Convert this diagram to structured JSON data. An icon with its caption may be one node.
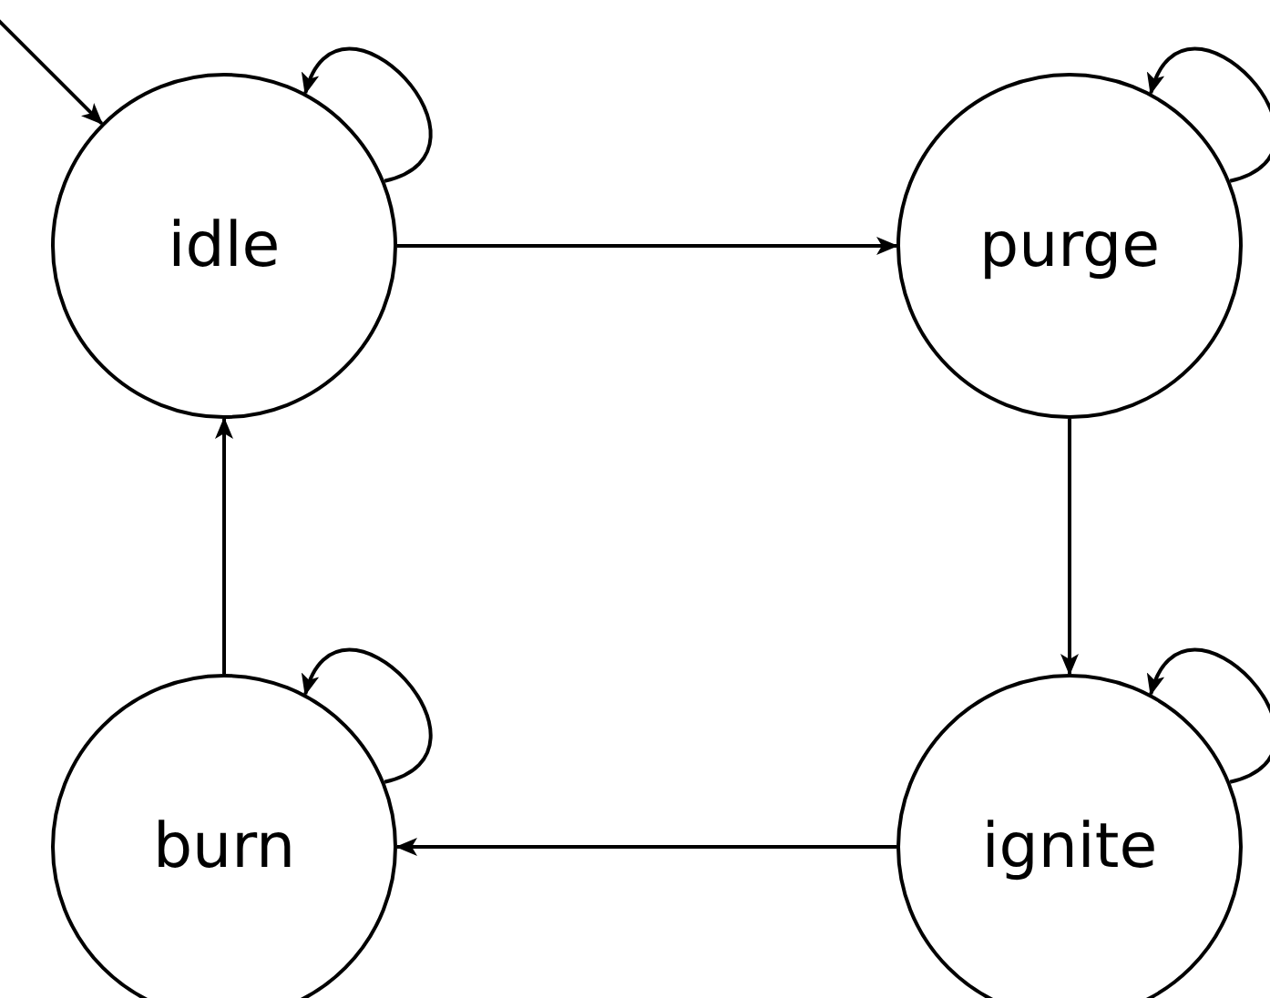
{
  "diagram": {
    "nodes": [
      {
        "text": [
          "idle"
        ]
      },
      {
        "text": [
          "purge"
        ]
      },
      {
        "text": [
          "burn"
        ]
      },
      {
        "text": [
          "ignite"
        ]
      }
    ],
    "edges": [
      {
        "from": null,
        "to": 0,
        "arrow": "to"
      },
      {
        "from": 0,
        "to": 0,
        "arrow": "to"
      },
      {
        "from": 1,
        "to": 1,
        "arrow": "to"
      },
      {
        "from": 2,
        "to": 2,
        "arrow": "to"
      },
      {
        "from": 3,
        "to": 3,
        "arrow": "to"
      },
      {
        "from": 0,
        "to": 1,
        "arrow": "to"
      },
      {
        "from": 1,
        "to": 3,
        "arrow": "to"
      },
      {
        "from": 3,
        "to": 2,
        "arrow": "to"
      },
      {
        "from": 2,
        "to": 0,
        "arrow": "to"
      }
    ]
  }
}
